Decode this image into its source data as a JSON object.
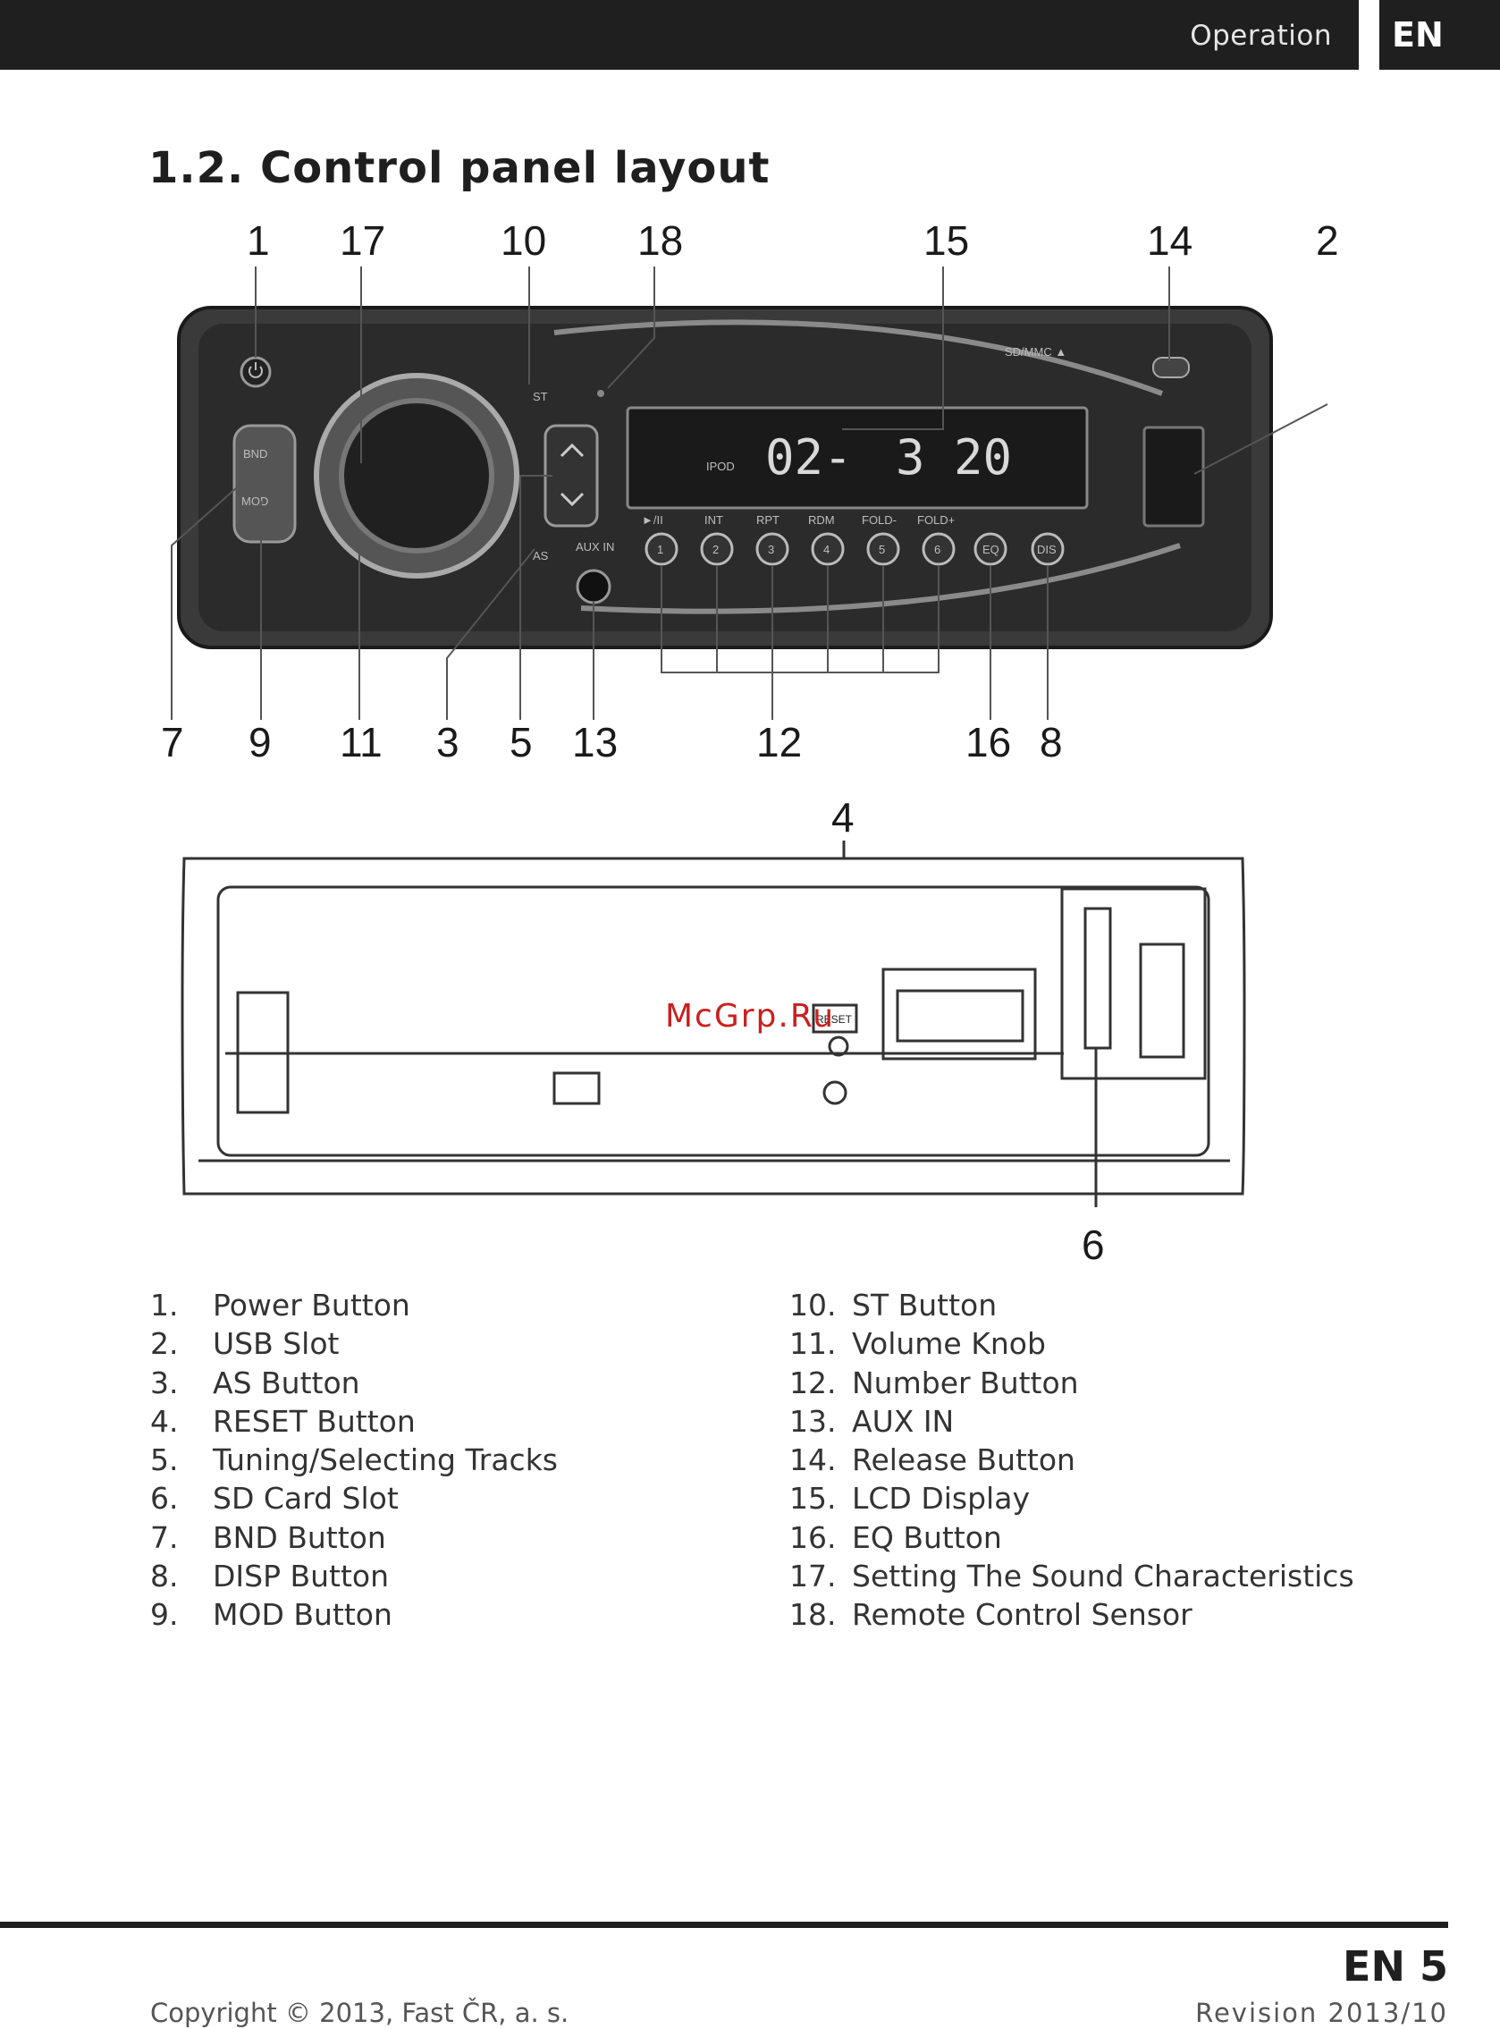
{
  "header": {
    "section": "Operation",
    "lang": "EN"
  },
  "title": "1.2.  Control panel layout",
  "front_panel": {
    "callouts_top": [
      "1",
      "17",
      "10",
      "18",
      "15",
      "14",
      "2"
    ],
    "callouts_bottom": [
      "7",
      "9",
      "11",
      "3",
      "5",
      "13",
      "12",
      "16",
      "8"
    ],
    "labels": {
      "sd_mmc": "SD/MMC ▲",
      "bnd": "BND",
      "mod": "MOD",
      "st": "ST",
      "as": "AS",
      "aux_in": "AUX IN",
      "ipod": "IPOD",
      "lcd_left": "02-",
      "lcd_right": "3 20",
      "func_play": "►/II",
      "func_int": "INT",
      "func_rpt": "RPT",
      "func_rdm": "RDM",
      "func_fold_minus": "FOLD-",
      "func_fold_plus": "FOLD+",
      "presets": [
        "1",
        "2",
        "3",
        "4",
        "5",
        "6"
      ],
      "eq": "EQ",
      "disp": "DIS"
    }
  },
  "chassis": {
    "callouts": [
      "4",
      "6"
    ],
    "reset_label": "RESET",
    "watermark": "McGrp.Ru"
  },
  "legend_left": [
    {
      "num": "1.",
      "text": "Power Button"
    },
    {
      "num": "2.",
      "text": "USB Slot"
    },
    {
      "num": "3.",
      "text": "AS Button"
    },
    {
      "num": "4.",
      "text": "RESET Button"
    },
    {
      "num": "5.",
      "text": "Tuning/Selecting Tracks"
    },
    {
      "num": "6.",
      "text": "SD Card Slot"
    },
    {
      "num": "7.",
      "text": "BND Button"
    },
    {
      "num": "8.",
      "text": "DISP Button"
    },
    {
      "num": "9.",
      "text": "MOD Button"
    }
  ],
  "legend_right": [
    {
      "num": "10.",
      "text": "ST Button"
    },
    {
      "num": "11.",
      "text": "Volume Knob"
    },
    {
      "num": "12.",
      "text": "Number Button"
    },
    {
      "num": "13.",
      "text": "AUX IN"
    },
    {
      "num": "14.",
      "text": "Release Button"
    },
    {
      "num": "15.",
      "text": "LCD Display"
    },
    {
      "num": "16.",
      "text": "EQ Button"
    },
    {
      "num": "17.",
      "text": "Setting The Sound Characteristics"
    },
    {
      "num": "18.",
      "text": "Remote Control Sensor"
    }
  ],
  "footer": {
    "page": "EN 5",
    "copyright": "Copyright © 2013, Fast ČR, a. s.",
    "revision": "Revision 2013/10"
  }
}
